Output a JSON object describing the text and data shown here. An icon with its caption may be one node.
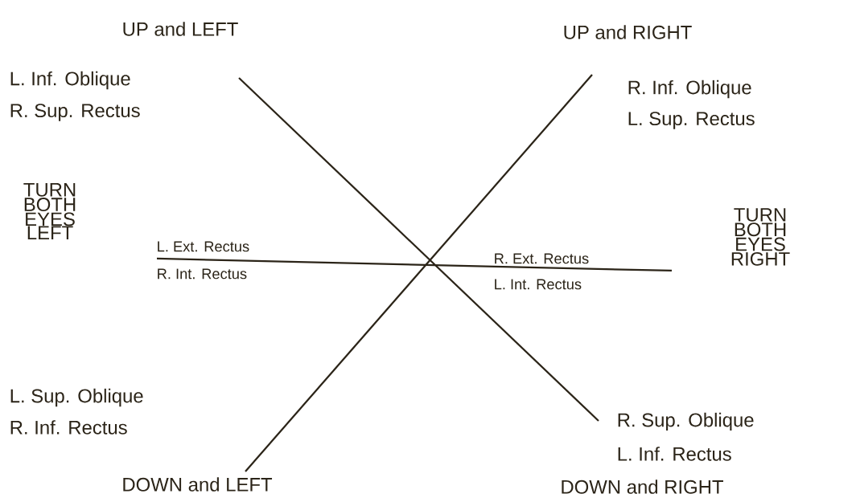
{
  "diagram": {
    "labels": [
      "UP and LEFT",
      "UP and RIGHT",
      "L. Inf. Oblique",
      "R. Sup. Rectus",
      "R. Inf. Oblique",
      "L. Sup. Rectus",
      "TURN BOTH EYES LEFT",
      "TURN BOTH EYES RIGHT",
      "L. Ext. Rectus",
      "R. Int. Rectus",
      "R. Ext. Rectus",
      "L. Int. Rectus",
      "L. Sup. Oblique",
      "R. Inf. Rectus",
      "R. Sup. Oblique",
      "L. Inf. Rectus",
      "DOWN and LEFT",
      "DOWN and RIGHT"
    ]
  }
}
